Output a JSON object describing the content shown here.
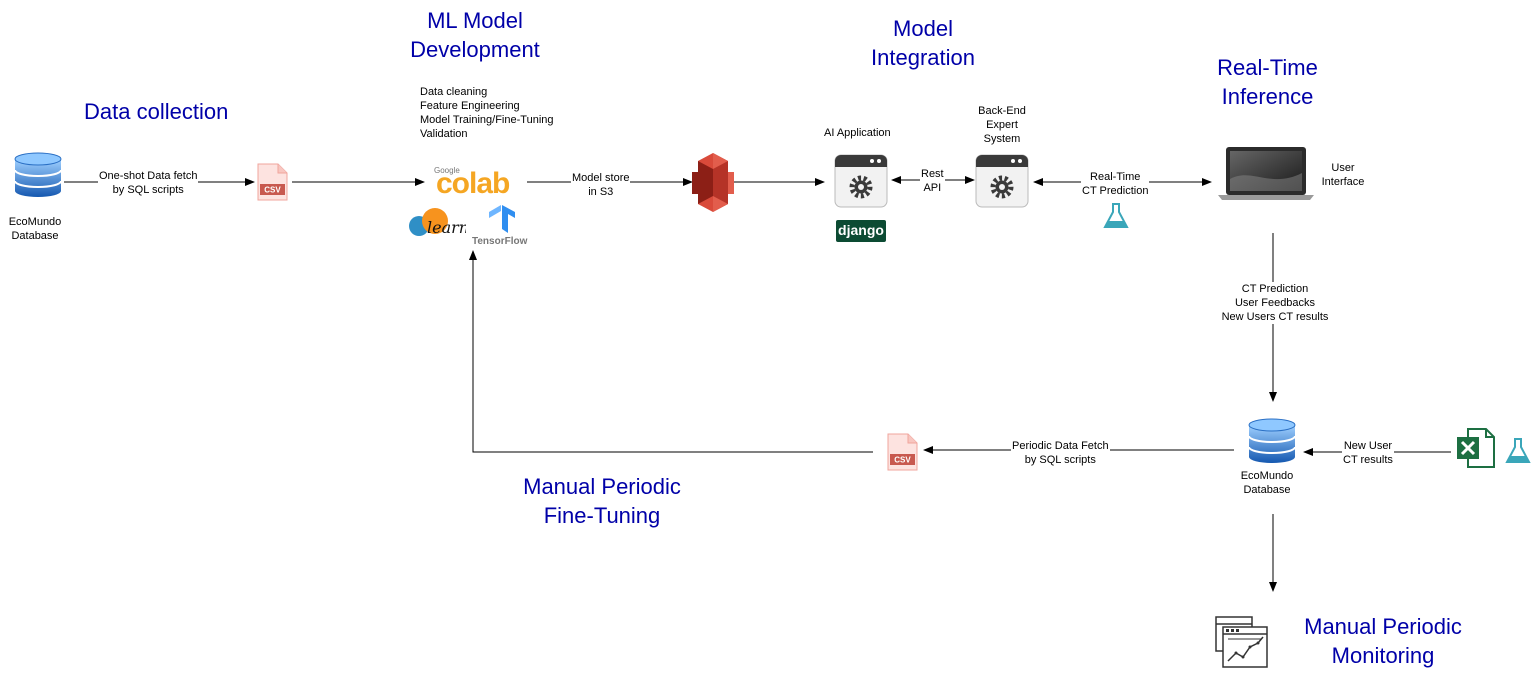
{
  "phases": {
    "data_collection": "Data collection",
    "ml_dev_line1": "ML Model",
    "ml_dev_line2": "Development",
    "integration_line1": "Model",
    "integration_line2": "Integration",
    "inference_line1": "Real-Time",
    "inference_line2": "Inference",
    "finetune_line1": "Manual Periodic",
    "finetune_line2": "Fine-Tuning",
    "monitor_line1": "Manual Periodic",
    "monitor_line2": "Monitoring"
  },
  "nodes": {
    "db_top_line1": "EcoMundo",
    "db_top_line2": "Database",
    "db_bottom_line1": "EcoMundo",
    "db_bottom_line2": "Database",
    "csv_label": "CSV",
    "ml_steps": [
      "Data cleaning",
      "Feature Engineering",
      "Model Training/Fine-Tuning",
      "Validation"
    ],
    "colab_google": "Google",
    "colab_text": "colab",
    "sklearn_text": "learn",
    "tensorflow_text": "TensorFlow",
    "ai_app_label": "AI Application",
    "django_text": "django",
    "expert_line1": "Back-End",
    "expert_line2": "Expert",
    "expert_line3": "System",
    "user_line1": "User",
    "user_line2": "Interface"
  },
  "edges": {
    "fetch_line1": "One-shot Data fetch",
    "fetch_line2": "by SQL scripts",
    "store_line1": "Model store",
    "store_line2": "in S3",
    "rest_line1": "Rest",
    "rest_line2": "API",
    "rt_line1": "Real-Time",
    "rt_line2": "CT Prediction",
    "feedback_line1": "CT Prediction",
    "feedback_line2": "User Feedbacks",
    "feedback_line3": "New Users CT results",
    "periodic_line1": "Periodic Data Fetch",
    "periodic_line2": "by SQL scripts",
    "newuser_line1": "New User",
    "newuser_line2": "CT results"
  },
  "colors": {
    "phase_title": "#0000a8",
    "database": "#1f77d4",
    "csv": "#f4b6b0",
    "s3": "#d0392b",
    "django": "#0c4b33",
    "excel": "#1d6f42",
    "flask": "#3aa6b9"
  },
  "icons": [
    "database-icon",
    "csv-file-icon",
    "colab-logo",
    "sklearn-logo",
    "tensorflow-logo",
    "s3-bucket-icon",
    "app-window-gear-icon",
    "django-logo",
    "lab-flask-icon",
    "laptop-icon",
    "excel-icon",
    "monitoring-chart-icon"
  ]
}
